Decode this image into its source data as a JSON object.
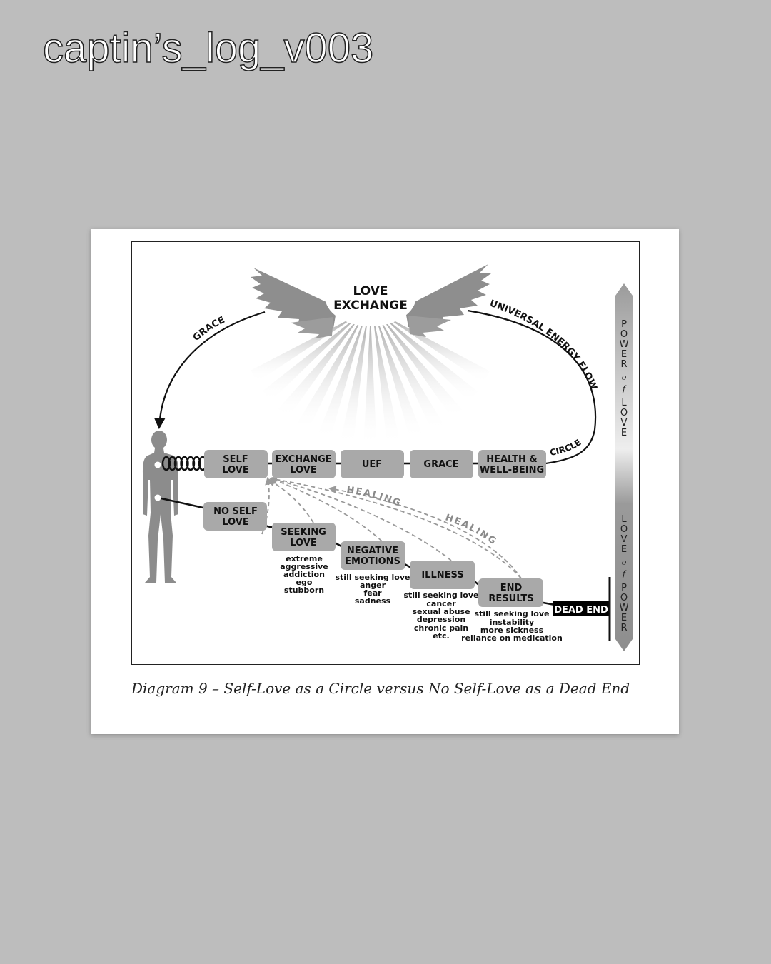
{
  "post_title": "captin’s_log_v003",
  "caption": "Diagram 9 – Self-Love as a Circle versus No Self-Love as a Dead End",
  "diagram": {
    "love_exchange": [
      "LOVE",
      "EXCHANGE"
    ],
    "arc_labels": {
      "grace": "GRACE",
      "universal_energy_flow": "UNIVERSAL ENERGY FLOW",
      "circle": "CIRCLE"
    },
    "top_row": [
      [
        "SELF",
        "LOVE"
      ],
      [
        "EXCHANGE",
        "LOVE"
      ],
      [
        "UEF"
      ],
      [
        "GRACE"
      ],
      [
        "HEALTH &",
        "WELL-BEING"
      ]
    ],
    "down_boxes": [
      [
        "NO SELF",
        "LOVE"
      ],
      [
        "SEEKING",
        "LOVE"
      ],
      [
        "NEGATIVE",
        "EMOTIONS"
      ],
      [
        "ILLNESS"
      ],
      [
        "END",
        "RESULTS"
      ]
    ],
    "notes": {
      "seeking_love": [
        "extreme",
        "aggressive",
        "addiction",
        "ego",
        "stubborn"
      ],
      "negative_emotions": [
        "still seeking love",
        "anger",
        "fear",
        "sadness"
      ],
      "illness": [
        "still seeking love",
        "cancer",
        "sexual abuse",
        "depression",
        "chronic pain",
        "etc."
      ],
      "end_results": [
        "still seeking love",
        "instability",
        "more sickness",
        "reliance on medication"
      ]
    },
    "healing_labels": [
      "HEALING",
      "HEALING"
    ],
    "dead_end": "DEAD END",
    "side_bar": {
      "top_word_1": "POWER",
      "top_of": "of",
      "top_word_2": "LOVE",
      "bottom_word_1": "LOVE",
      "bottom_of": "of",
      "bottom_word_2": "POWER"
    }
  },
  "colors": {
    "background": "#bdbdbd",
    "box_fill": "#a9a9a9",
    "figure": "#8c8c8c",
    "dead_end": "#000000"
  }
}
